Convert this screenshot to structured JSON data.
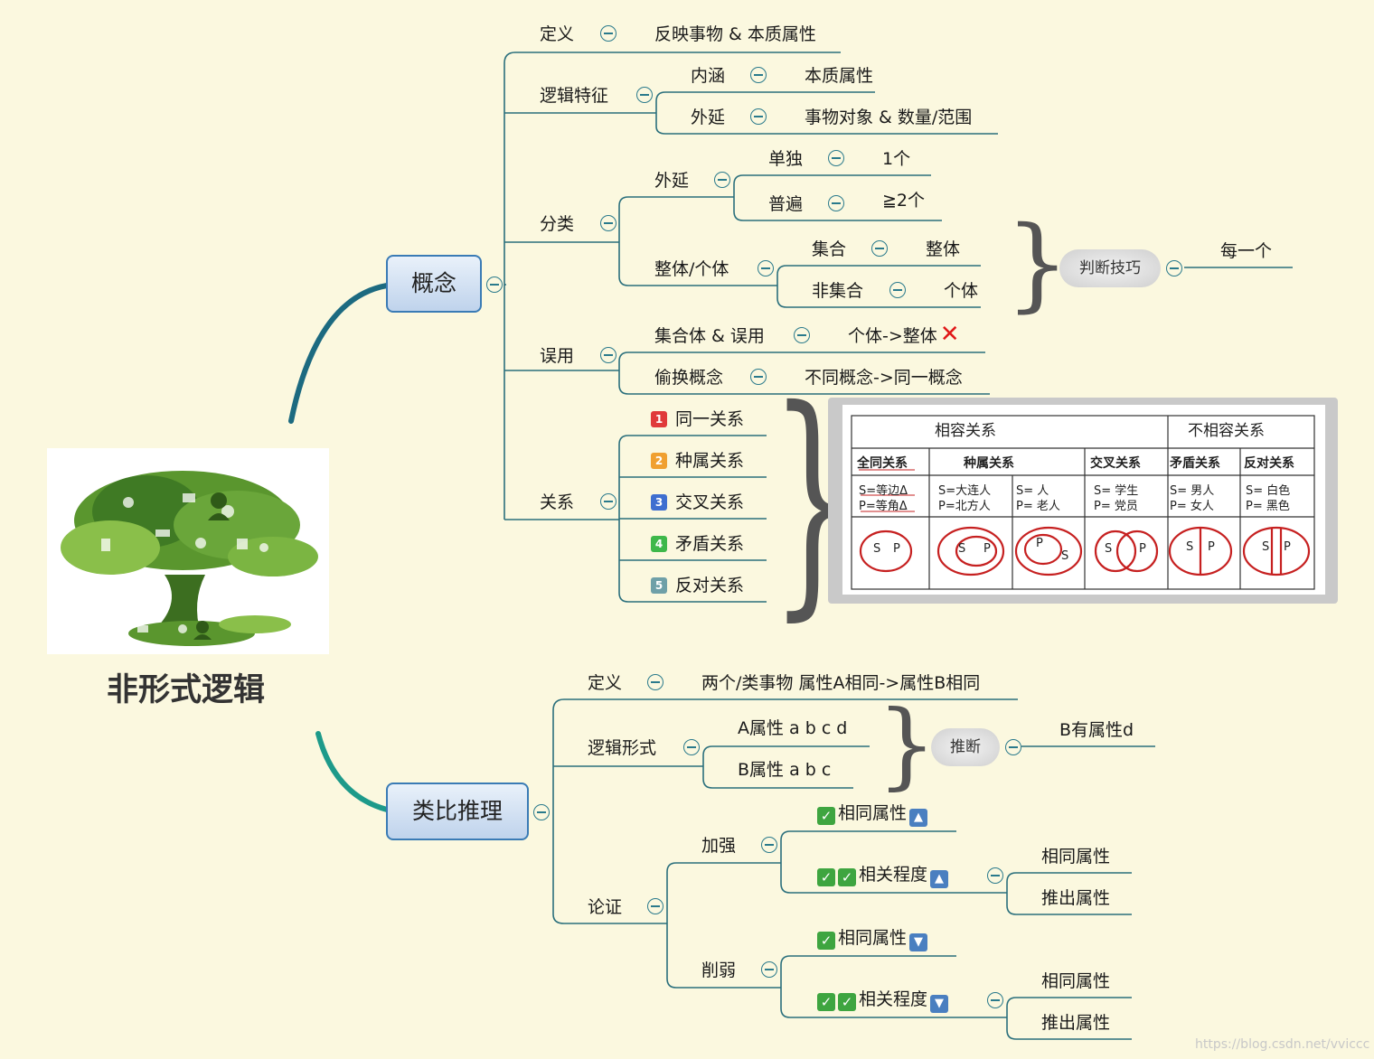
{
  "root": {
    "title": "非形式逻辑"
  },
  "concept": {
    "title": "概念",
    "definition": {
      "label": "定义",
      "value": "反映事物 & 本质属性"
    },
    "features": {
      "label": "逻辑特征",
      "intension": {
        "label": "内涵",
        "value": "本质属性"
      },
      "extension": {
        "label": "外延",
        "value": "事物对象 & 数量/范围"
      }
    },
    "classification": {
      "label": "分类",
      "extension": {
        "label": "外延",
        "single": {
          "label": "单独",
          "value": "1个"
        },
        "general": {
          "label": "普遍",
          "value": "≧2个"
        }
      },
      "whole": {
        "label": "整体/个体",
        "collective": {
          "label": "集合",
          "value": "整体"
        },
        "noncollective": {
          "label": "非集合",
          "value": "个体"
        },
        "tip": {
          "label": "判断技巧",
          "value": "每一个"
        }
      }
    },
    "misuse": {
      "label": "误用",
      "item1": {
        "label": "集合体 & 误用",
        "value": "个体->整体"
      },
      "item2": {
        "label": "偷换概念",
        "value": "不同概念->同一概念"
      }
    },
    "relations": {
      "label": "关系",
      "items": [
        {
          "num": "1",
          "label": "同一关系",
          "color": "#E03A3A"
        },
        {
          "num": "2",
          "label": "种属关系",
          "color": "#F0A030"
        },
        {
          "num": "3",
          "label": "交叉关系",
          "color": "#3F6FD0"
        },
        {
          "num": "4",
          "label": "矛盾关系",
          "color": "#3EB84A"
        },
        {
          "num": "5",
          "label": "反对关系",
          "color": "#6FA0A8"
        }
      ],
      "table": {
        "compatible": "相容关系",
        "incompatible": "不相容关系",
        "cols": [
          {
            "head": "全同关系",
            "l1": "S=等边Δ",
            "l2": "P=等角Δ"
          },
          {
            "head": "种属关系",
            "l1": "S=大连人",
            "l2": "P=北方人",
            "l3": "S= 人",
            "l4": "P= 老人"
          },
          {
            "head": "交叉关系",
            "l1": "S=  学生",
            "l2": "P=  党员"
          },
          {
            "head": "矛盾关系",
            "l1": "S= 男人",
            "l2": "P= 女人"
          },
          {
            "head": "反对关系",
            "l1": "S= 白色",
            "l2": "P= 黑色"
          }
        ],
        "s": "S",
        "p": "P"
      }
    }
  },
  "analogy": {
    "title": "类比推理",
    "definition": {
      "label": "定义",
      "value": "两个/类事物  属性A相同->属性B相同"
    },
    "form": {
      "label": "逻辑形式",
      "a": "A属性 a b c d",
      "b": "B属性 a b c",
      "infer": {
        "label": "推断",
        "value": "B有属性d"
      }
    },
    "argument": {
      "label": "论证",
      "strengthen": {
        "label": "加强",
        "same": "相同属性",
        "degree": "相关程度",
        "sub1": "相同属性",
        "sub2": "推出属性"
      },
      "weaken": {
        "label": "削弱",
        "same": "相同属性",
        "degree": "相关程度",
        "sub1": "相同属性",
        "sub2": "推出属性"
      }
    }
  },
  "watermark": "https://blog.csdn.net/vviccc"
}
